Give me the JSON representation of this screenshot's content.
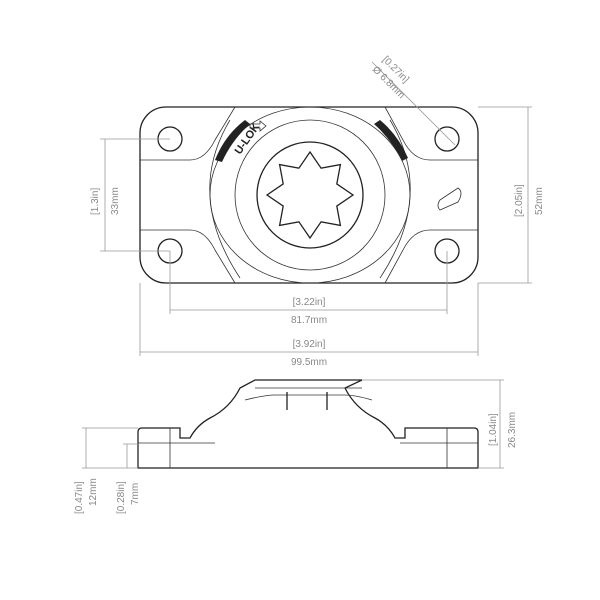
{
  "top_view": {
    "logo_text": "U-LOK",
    "hole_dim": {
      "imperial": "[0.27in]",
      "metric": "Ø 6.8mm"
    },
    "hole_spacing_vertical": {
      "imperial": "[1.3in]",
      "metric": "33mm"
    },
    "overall_height": {
      "imperial": "[2.05in]",
      "metric": "52mm"
    },
    "hole_spacing_horizontal": {
      "imperial": "[3.22in]",
      "metric": "81.7mm"
    },
    "overall_width": {
      "imperial": "[3.92in]",
      "metric": "99.5mm"
    }
  },
  "side_view": {
    "overall_height": {
      "imperial": "[1.04in]",
      "metric": "26.3mm"
    },
    "flange_height": {
      "imperial": "[0.47in]",
      "metric": "12mm"
    },
    "base_height": {
      "imperial": "[0.28in]",
      "metric": "7mm"
    }
  }
}
